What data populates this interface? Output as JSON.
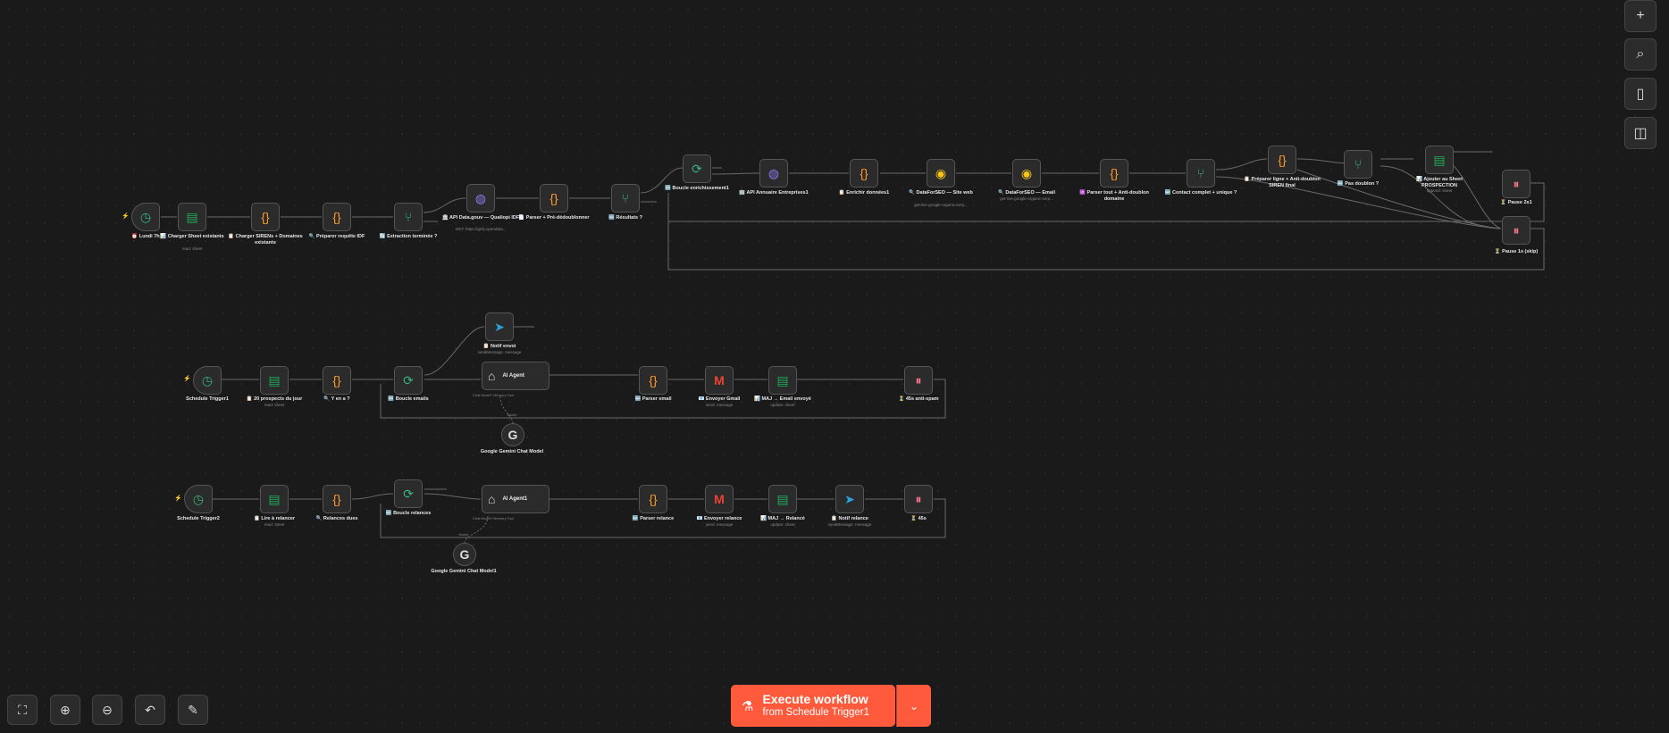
{
  "toolbar": {
    "add_icon": "plus-icon",
    "search_icon": "search-icon",
    "notes_icon": "sticky-note-icon",
    "panel_icon": "sidebar-panel-icon"
  },
  "execute": {
    "line1": "Execute workflow",
    "line2": "from Schedule Trigger1",
    "icon": "flask-icon"
  },
  "workflow": {
    "row1": {
      "n1": {
        "label": "⏰ Lundi 7h"
      },
      "n2": {
        "label": "📊 Charger Sheet existants",
        "sub": "read: sheet"
      },
      "n3": {
        "label": "📋 Charger SIRENs + Domaines existants"
      },
      "n4": {
        "label": "🔍 Préparer requête IDF"
      },
      "n5": {
        "label": "🔄 Extraction terminée ?"
      },
      "n6": {
        "label": "🏛 API Data.gouv — Qualiopi IDF",
        "sub": "GET: https://gefy.opendata..."
      },
      "n7": {
        "label": "📄 Parser + Pré-dédoublonner"
      },
      "n8": {
        "label": "🆕 Résultats ?"
      },
      "n9": {
        "label": "🆕 Boucle enrichissement1"
      },
      "n10": {
        "label": "🏢 API Annuaire Entreprises1"
      },
      "n11": {
        "label": "📋 Enrichir données1"
      },
      "n12": {
        "label": "🔍 DataForSEO — Site web",
        "sub": "get-live-google-organic-serp..."
      },
      "n13": {
        "label": "🔍 DataForSEO — Email",
        "sub": "get-live-google-organic-serp..."
      },
      "n14": {
        "label": "🆔 Parser tout + Anti-doublon domaine"
      },
      "n15": {
        "label": "🆕 Contact complet + unique ?"
      },
      "n16": {
        "label": "📋 Préparer ligne + Anti-doublon SIREN final"
      },
      "n17": {
        "label": "🆕 Pas doublon ?"
      },
      "n18": {
        "label": "📊 Ajouter au Sheet PROSPECTION",
        "sub": "append: sheet"
      },
      "n19": {
        "label": "⏳ Pause 2s1"
      },
      "n20": {
        "label": "⏳ Pause 1s (skip)"
      }
    },
    "row2": {
      "n1": {
        "label": "Schedule Trigger1"
      },
      "n2": {
        "label": "📋 20 prospects du jour",
        "sub": "read: sheet"
      },
      "n3": {
        "label": "🔍 Y en a ?"
      },
      "n4": {
        "label": "🆕 Boucle emails"
      },
      "n5": {
        "label": "📋 Notif envoi",
        "sub": "sendMessage: message"
      },
      "agent": {
        "label": "AI Agent",
        "ports": [
          "Chat Model*",
          "Memory",
          "Tool"
        ]
      },
      "n6": {
        "label": "🆕 Parser email"
      },
      "n7": {
        "label": "📧 Envoyer Gmail",
        "sub": "send: message"
      },
      "n8": {
        "label": "📊 MAJ → Email envoyé",
        "sub": "update: sheet"
      },
      "n9": {
        "label": "⏳ 45s anti-spam"
      },
      "model": {
        "label": "Google Gemini Chat Model",
        "port": "Model"
      }
    },
    "row3": {
      "n1": {
        "label": "Schedule Trigger2"
      },
      "n2": {
        "label": "📋 Lire à relancer",
        "sub": "read: sheet"
      },
      "n3": {
        "label": "🔍 Relances dues"
      },
      "n4": {
        "label": "🆕 Boucle relances"
      },
      "agent": {
        "label": "AI Agent1",
        "ports": [
          "Chat Model*",
          "Memory",
          "Tool"
        ]
      },
      "n6": {
        "label": "🆕 Parser relance"
      },
      "n7": {
        "label": "📧 Envoyer relance",
        "sub": "send: message"
      },
      "n8": {
        "label": "📊 MAJ → Relancé",
        "sub": "update: sheet"
      },
      "n9": {
        "label": "📋 Notif relance",
        "sub": "sendMessage: message"
      },
      "n10": {
        "label": "⏳ 45s"
      },
      "model": {
        "label": "Google Gemini Chat Model1",
        "port": "Model"
      }
    }
  },
  "colors": {
    "background": "#1a1a1a",
    "node_bg": "#2b2b2b",
    "accent": "#ff5a3c",
    "code_orange": "#ff9a2e",
    "if_green": "#35b37e",
    "sheets_green": "#1faa5a",
    "telegram_blue": "#2aa1da",
    "wait_pink": "#ff7a90"
  }
}
